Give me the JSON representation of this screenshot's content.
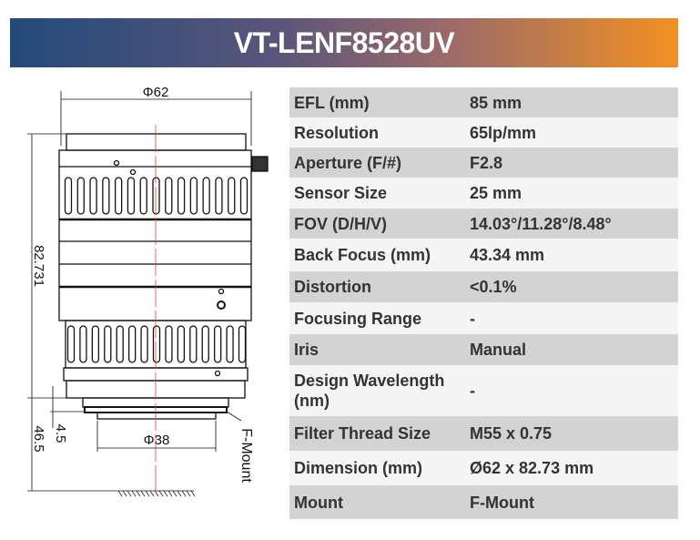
{
  "title": "VT-LENF8528UV",
  "diagram": {
    "outer_diameter": "Φ62",
    "length": "82.731",
    "mount_diameter": "Φ38",
    "flange_dim": "4.5",
    "back_dim": "46.5",
    "mount_label": "F-Mount"
  },
  "specs": [
    {
      "label": "EFL (mm)",
      "value": "85 mm"
    },
    {
      "label": "Resolution",
      "value": "65lp/mm"
    },
    {
      "label": "Aperture (F/#)",
      "value": "F2.8"
    },
    {
      "label": "Sensor Size",
      "value": "25 mm"
    },
    {
      "label": "FOV (D/H/V)",
      "value": "14.03°/11.28°/8.48°"
    },
    {
      "label": "Back Focus (mm)",
      "value": "43.34 mm"
    },
    {
      "label": "Distortion",
      "value": "<0.1%"
    },
    {
      "label": "Focusing Range",
      "value": "-"
    },
    {
      "label": "Iris",
      "value": "Manual"
    },
    {
      "label": "Design Wavelength (nm)",
      "value": "-"
    },
    {
      "label": "Filter Thread Size",
      "value": "M55 x 0.75"
    },
    {
      "label": "Dimension (mm)",
      "value": "Ø62 x 82.73 mm"
    },
    {
      "label": "Mount",
      "value": "F-Mount"
    }
  ]
}
